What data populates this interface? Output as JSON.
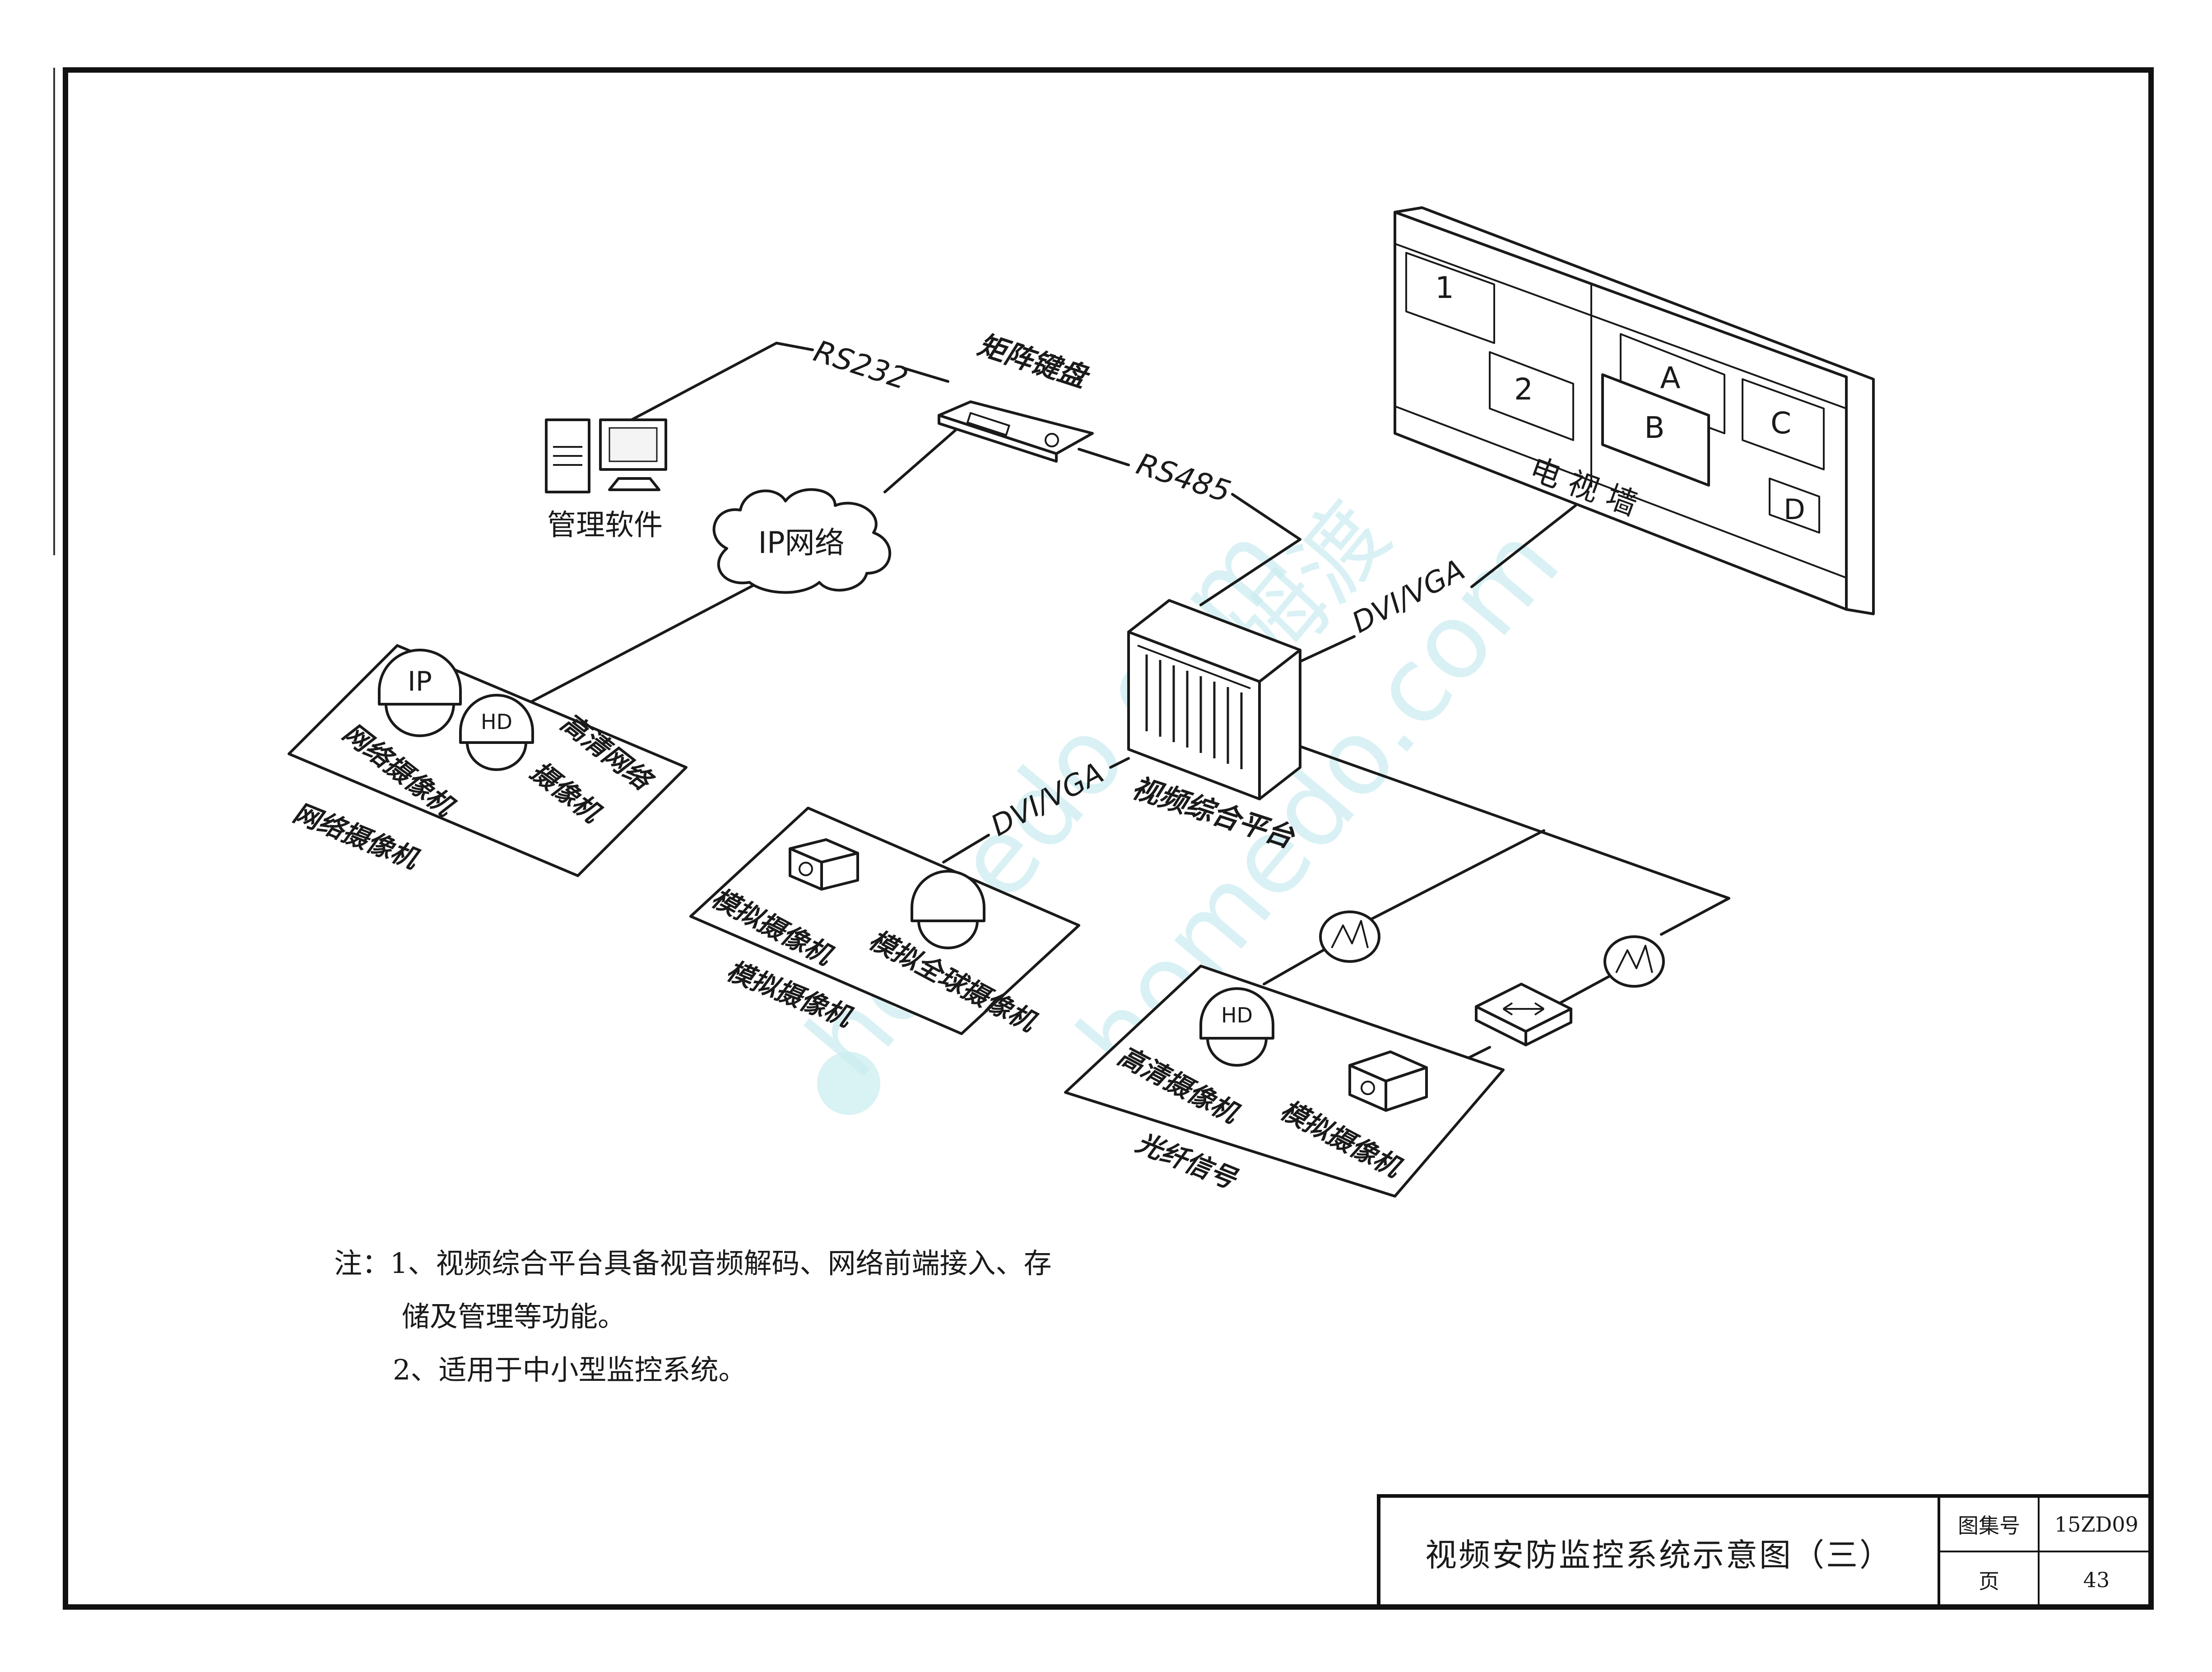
{
  "diagram": {
    "management_software": "管理软件",
    "matrix_keyboard": "矩阵键盘",
    "rs232": "RS232",
    "rs485": "RS485",
    "ip_network": "IP网络",
    "tv_wall": "电 视 墙",
    "tv_screens": [
      "1",
      "2",
      "A",
      "B",
      "C",
      "D"
    ],
    "dvi_vga_top": "DVI/VGA",
    "dvi_vga_left": "DVI/VGA",
    "video_platform": "视频综合平台",
    "network_group": {
      "ip_badge": "IP",
      "hd_badge": "HD",
      "camera_a": "网络摄像机",
      "camera_b_line1": "高清网络",
      "camera_b_line2": "摄像机",
      "group_label": "网络摄像机"
    },
    "analog_group": {
      "camera_a": "模拟摄像机",
      "camera_b": "模拟全球摄像机",
      "group_label": "模拟摄像机"
    },
    "fiber_group": {
      "hd_badge": "HD",
      "camera_a": "高清摄像机",
      "camera_b": "模拟摄像机",
      "group_label": "光纤信号"
    }
  },
  "notes": {
    "line1": "注：1、视频综合平台具备视音频解码、网络前端接入、存",
    "line2": "储及管理等功能。",
    "line3": "2、适用于中小型监控系统。"
  },
  "title_block": {
    "title": "视频安防监控系统示意图（三）",
    "atlas_label": "图集号",
    "atlas_value": "15ZD09",
    "page_label": "页",
    "page_value": "43"
  },
  "watermark": {
    "text1": "homedo.com",
    "text2": "河姆渡"
  }
}
